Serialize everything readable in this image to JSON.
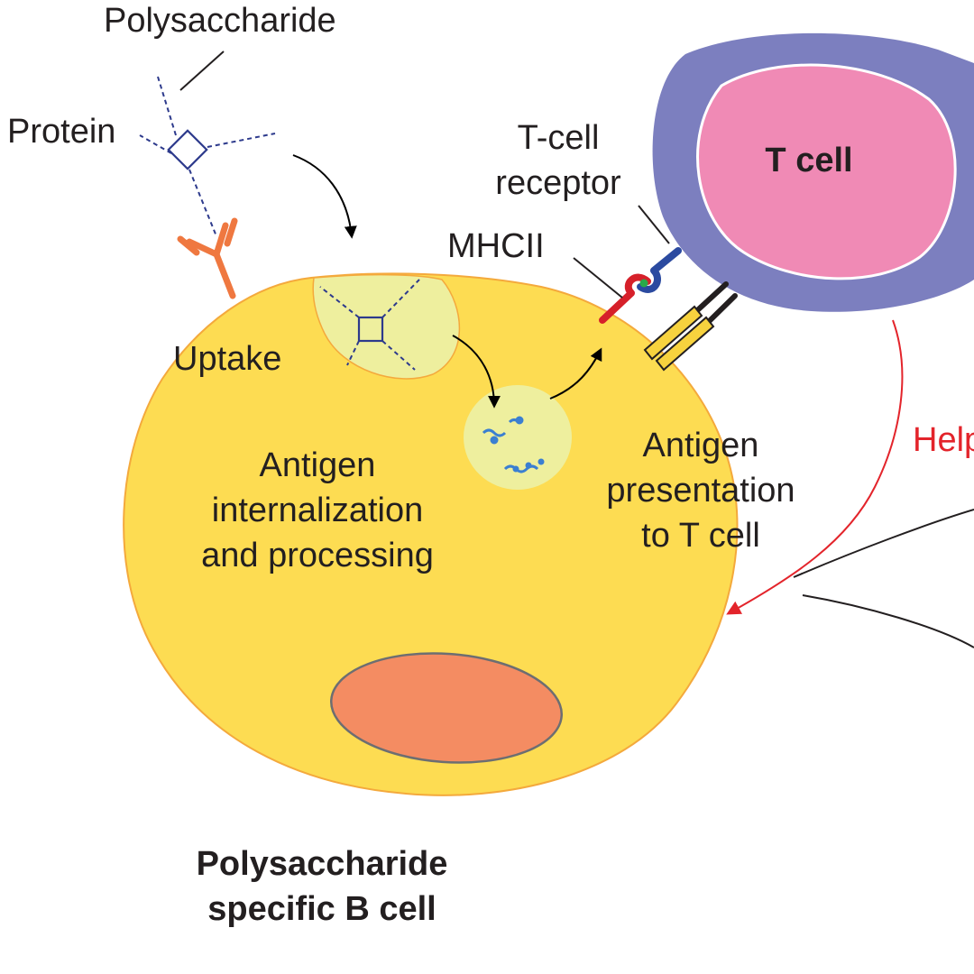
{
  "labels": {
    "polysaccharide": "Polysaccharide",
    "protein": "Protein",
    "uptake": "Uptake",
    "tcell_receptor_line1": "T-cell",
    "tcell_receptor_line2": "receptor",
    "mhcii": "MHCII",
    "tcell": "T cell",
    "internalization_line1": "Antigen",
    "internalization_line2": "internalization",
    "internalization_line3": "and processing",
    "presentation_line1": "Antigen",
    "presentation_line2": "presentation",
    "presentation_line3": "to T cell",
    "help": "Help",
    "bcell_line1": "Polysaccharide",
    "bcell_line2": "specific B cell"
  },
  "colors": {
    "b_cell_fill": "#fddc52",
    "b_cell_stroke": "#f4a93c",
    "vesicle_fill": "#eeef9e",
    "nucleus_fill": "#f48c62",
    "t_cell_outer": "#7c7fbf",
    "t_cell_inner": "#f08ab5",
    "antibody": "#ef7840",
    "antigen_lines": "#2d3a8c",
    "mhcii": "#d6202a",
    "tcr": "#2b4aa0",
    "peptide": "#2aa84a",
    "cd4": "#f7d23e",
    "help_arrow": "#e3242b",
    "fragments": "#3b7fd1"
  }
}
